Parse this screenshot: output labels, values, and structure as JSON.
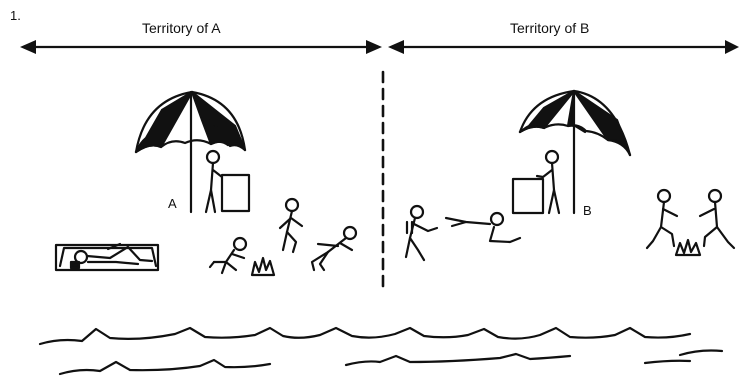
{
  "figure": {
    "number": "1.",
    "territories": [
      {
        "label": "Territory of A"
      },
      {
        "label": "Territory of B"
      }
    ],
    "owner_labels": [
      "A",
      "B"
    ]
  }
}
